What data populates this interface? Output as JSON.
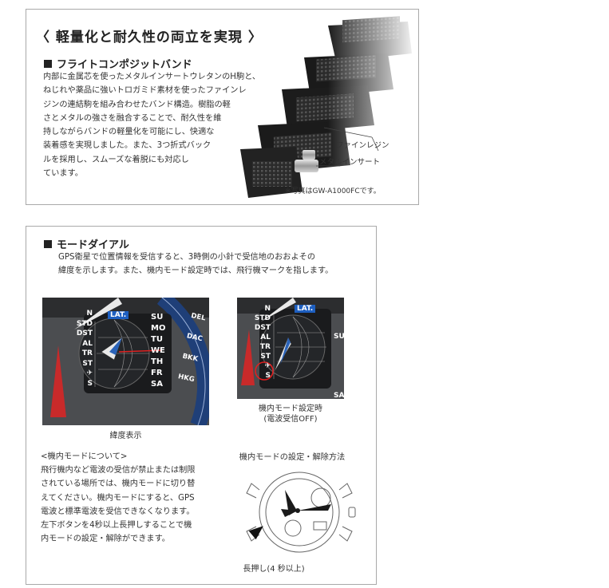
{
  "top": {
    "headline": "〈 軽量化と耐久性の両立を実現 〉",
    "section_title": "フライトコンポジットバンド",
    "body_lines": [
      "内部に金属芯を使ったメタルインサートウレタンのH駒と、",
      "ねじれや薬品に強いトロガミド素材を使ったファインレ",
      "ジンの連結駒を組み合わせたバンド構造。樹脂の軽",
      "さとメタルの強さを融合することで、耐久性を維",
      "持しながらバンドの軽量化を可能にし、快適な",
      "装着感を実現しました。また、3つ折式バック",
      "ルを採用し、スムーズな着脱にも対応し",
      "ています。"
    ],
    "label_resin": "ファインレジン",
    "label_metal": "メタルインサート",
    "photo_note": "※写真はGW-A1000FCです。"
  },
  "bottom": {
    "section_title": "モードダイアル",
    "intro_lines": [
      "GPS衛星で位置情報を受信すると、3時側の小針で受信地のおおよその",
      "緯度を示します。また、機内モード設定時では、飛行機マークを指します。"
    ],
    "dial_left": {
      "caption": "緯度表示",
      "lat_badge": "LAT.",
      "left_scale": [
        "N",
        "STD",
        "DST",
        "AL",
        "TR",
        "ST",
        "✈",
        "S"
      ],
      "right_scale": [
        "SU",
        "MO",
        "TU",
        "WE",
        "TH",
        "FR",
        "SA"
      ],
      "bezel_labels": [
        "DEL",
        "DAC",
        "BKK",
        "HKG"
      ]
    },
    "dial_right": {
      "caption_line1": "機内モード設定時",
      "caption_line2": "(電波受信OFF)",
      "lat_badge": "LAT.",
      "left_scale": [
        "N",
        "STD",
        "DST",
        "AL",
        "TR",
        "ST",
        "✈",
        "S"
      ],
      "right_scale": [
        "SU",
        "SA"
      ]
    },
    "airplane_note": {
      "heading": "<機内モードについて>",
      "lines": [
        "飛行機内など電波の受信が禁止または制限",
        "されている場所では、機内モードに切り替",
        "えてください。機内モードにすると、GPS",
        "電波と標準電波を受信できなくなります。",
        "左下ボタンを4秒以上長押しすることで機",
        "内モードの設定・解除ができます。"
      ]
    },
    "method": {
      "title": "機内モードの設定・解除方法",
      "press_label": "長押し(4 秒以上)"
    }
  }
}
